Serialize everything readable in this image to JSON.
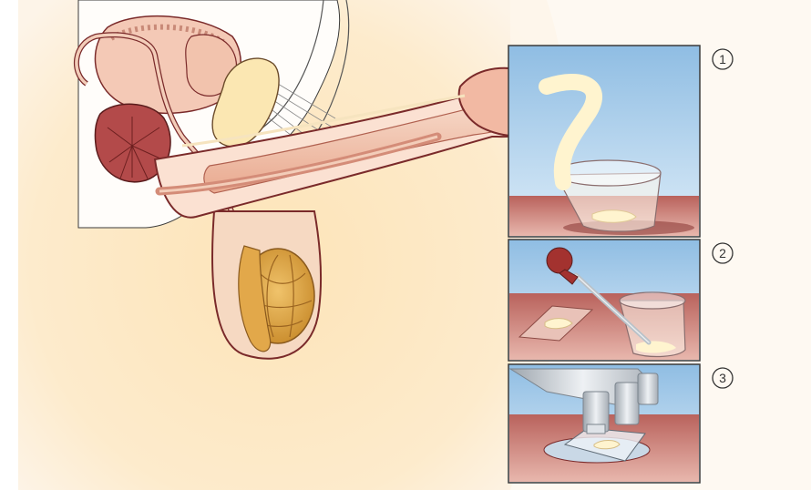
{
  "steps": [
    {
      "number": "1",
      "scene": "collection-cup"
    },
    {
      "number": "2",
      "scene": "pipette-to-slide"
    },
    {
      "number": "3",
      "scene": "microscope-examination"
    }
  ],
  "colors": {
    "background_glow": "#fde9c4",
    "page_background": "#fdf5ea",
    "organ_pink": "#f1c8b3",
    "organ_outline": "#7a2a2a",
    "prostate": "#b44a4a",
    "testis_gold": "#d9a041",
    "sky_blue": "#a6cbe8",
    "table_red": "#a44a45",
    "fluid_cream": "#fff7d6",
    "microscope_grey": "#c7ccd1"
  }
}
